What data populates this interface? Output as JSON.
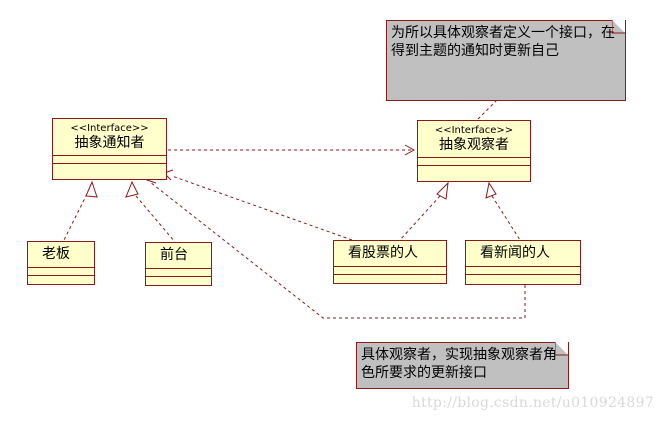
{
  "interfaces": {
    "subject": {
      "stereotype": "<<Interface>>",
      "name": "抽象通知者"
    },
    "observer": {
      "stereotype": "<<Interface>>",
      "name": "抽象观察者"
    }
  },
  "classes": {
    "boss": "老板",
    "reception": "前台",
    "stock_observer": "看股票的人",
    "news_observer": "看新闻的人"
  },
  "notes": {
    "abstract_observer": "为所以具体观察者定义一个接口，在得到主题的通知时更新自己",
    "concrete_observer": "具体观察者，实现抽象观察者角色所要求的更新接口"
  },
  "watermark": "http://blog.csdn.net/u010924897"
}
